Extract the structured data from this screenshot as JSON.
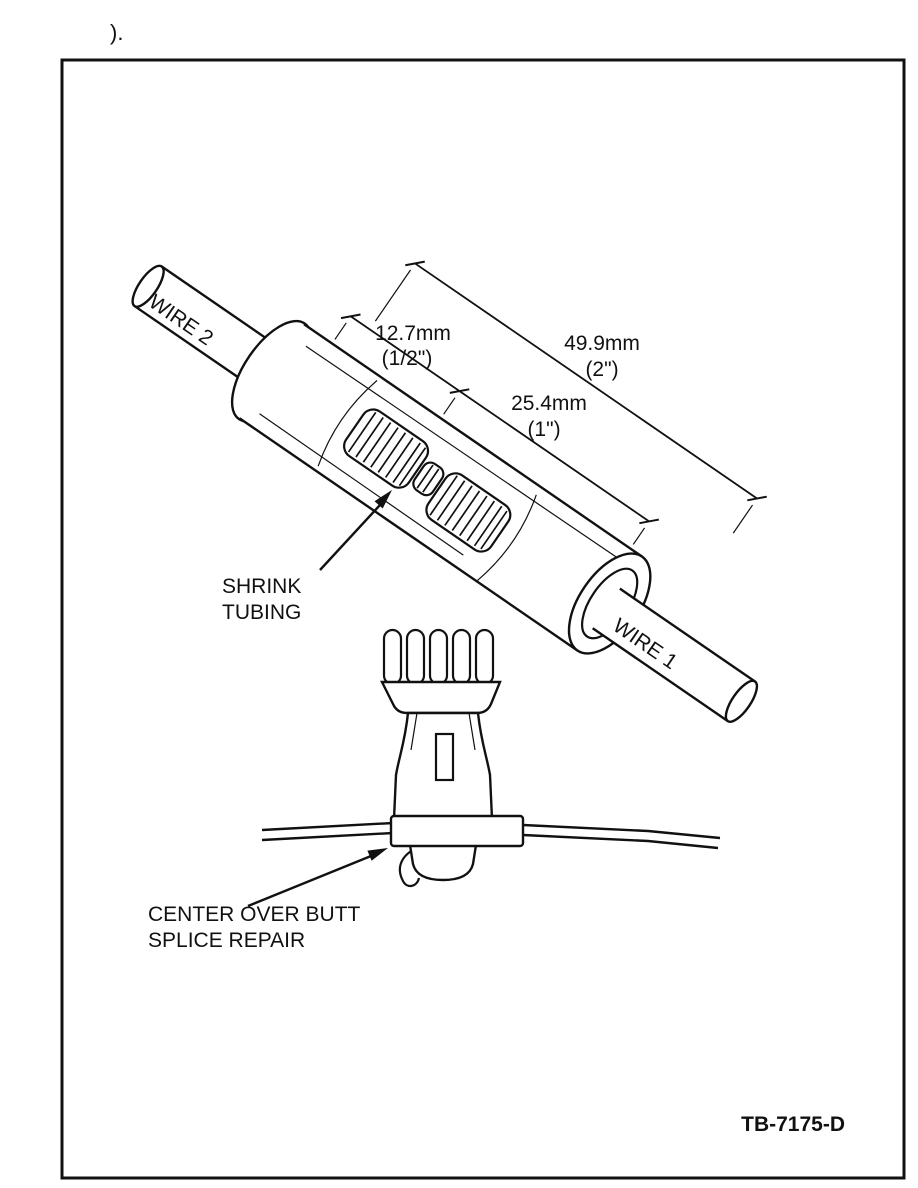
{
  "page": {
    "top_fragment": ").",
    "figure_code": "TB-7175-D"
  },
  "labels": {
    "wire1": "WIRE 1",
    "wire2": "WIRE 2",
    "shrink_tubing_line1": "SHRINK",
    "shrink_tubing_line2": "TUBING",
    "center_line1": "CENTER OVER BUTT",
    "center_line2": "SPLICE REPAIR"
  },
  "dimensions": {
    "half": {
      "mm": "12.7mm",
      "in": "(1/2\")"
    },
    "two": {
      "mm": "49.9mm",
      "in": "(2\")"
    },
    "one": {
      "mm": "25.4mm",
      "in": "(1\")"
    }
  },
  "colors": {
    "ink": "#111111",
    "paper": "#ffffff"
  }
}
